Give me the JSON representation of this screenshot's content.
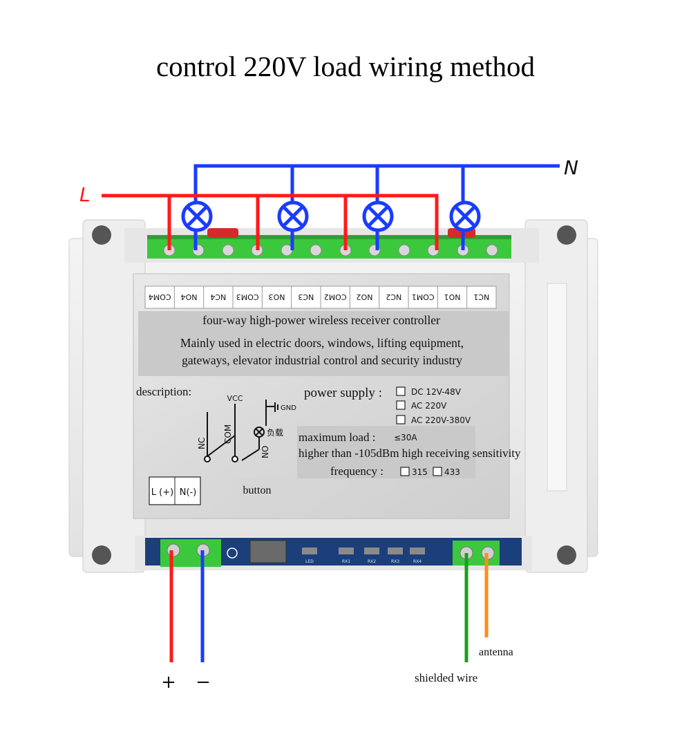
{
  "title": "control 220V load wiring method",
  "wire_labels": {
    "line": "L",
    "neutral": "N"
  },
  "terminals": [
    "COM4",
    "NO4",
    "NC4",
    "COM3",
    "NO3",
    "NC3",
    "COM2",
    "NO2",
    "NC2",
    "COM1",
    "NO1",
    "NC1"
  ],
  "panel": {
    "heading": "four-way high-power wireless receiver controller",
    "usage_line1": "Mainly used in electric doors, windows, lifting equipment,",
    "usage_line2": "gateways, elevator industrial control and security industry",
    "description_label": "description:",
    "power_supply_label": "power supply :",
    "power_options": [
      "DC 12V-48V",
      "AC 220V",
      "AC 220V-380V"
    ],
    "max_load_label": "maximum load :",
    "max_load_value": "≤30A",
    "sensitivity": "higher than -105dBm high receiving sensitivity",
    "frequency_label": "frequency :",
    "frequency_options": [
      "315",
      "433"
    ],
    "schematic": {
      "vcc": "VCC",
      "gnd": "GND",
      "load": "负载",
      "nc": "NC",
      "com": "COM",
      "no": "NO"
    },
    "power_terminals": [
      "L (+)",
      "N(-)"
    ],
    "button_label": "button"
  },
  "board_leds": [
    "LED",
    "RX1",
    "RX2",
    "RX3",
    "RX4"
  ],
  "bottom_labels": {
    "plus": "+",
    "minus": "−",
    "antenna": "antenna",
    "shielded": "shielded wire"
  },
  "colors": {
    "line": "#ff1a1a",
    "neutral": "#1a3cff",
    "lamp": "#1a3cff",
    "antenna": "#ff8c1a",
    "shielded": "#1aa01a",
    "terminal_block": "#3cc83c",
    "pcb": "#1b3f7a"
  }
}
